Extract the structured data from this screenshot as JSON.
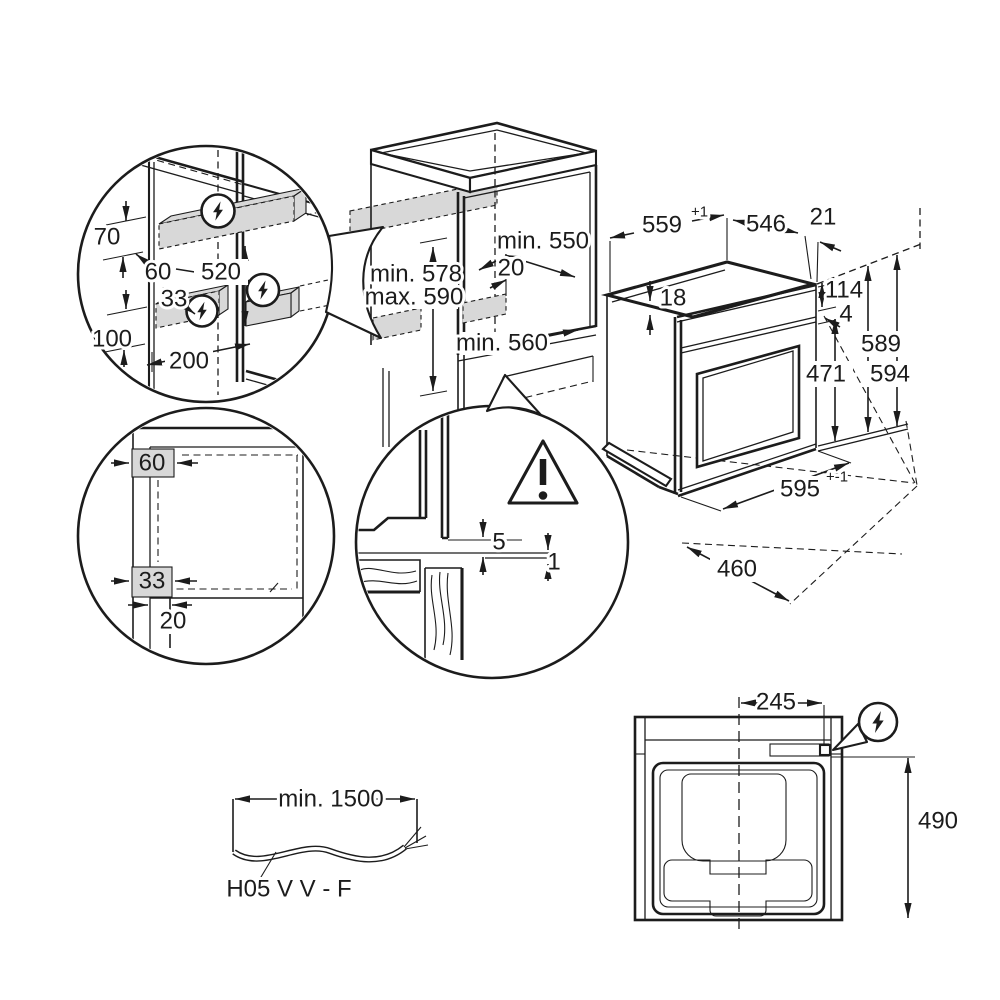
{
  "diagram": {
    "type": "built-in oven installation dimensions",
    "units": "mm"
  },
  "colors": {
    "line": "#1c1c1c",
    "shade": "#d8d8d8",
    "background": "#ffffff"
  },
  "wall_detail": {
    "top_offset": "70",
    "zone_inset_top": "60",
    "zone_spacing": "520",
    "zone_inset_bottom": "33",
    "bottom_offset": "100",
    "zone_length": "200"
  },
  "cabinet": {
    "depth_top": "min. 550",
    "back_clearance": "20",
    "niche_height_min": "min. 578",
    "niche_height_max": "max. 590",
    "width_bottom": "min. 560"
  },
  "oven": {
    "cutout_width": "559",
    "cutout_width_tolerance": "+1",
    "body_depth": "546",
    "front_overhang": "21",
    "top_recess": "18",
    "control_panel_height": "114",
    "gap_below_panel": "4",
    "door_height": "471",
    "body_height": "589",
    "front_height": "594",
    "front_width": "595",
    "front_width_tolerance": "+-1",
    "base_depth": "460"
  },
  "corner_detail": {
    "zone_top": "60",
    "zone_side": "33",
    "front_offset": "20"
  },
  "gap_detail": {
    "upper_gap": "5",
    "lower_gap": "1"
  },
  "cable": {
    "min_length": "min. 1500",
    "type": "H05 V V - F"
  },
  "plan_view": {
    "connection_offset": "245",
    "depth": "490"
  }
}
